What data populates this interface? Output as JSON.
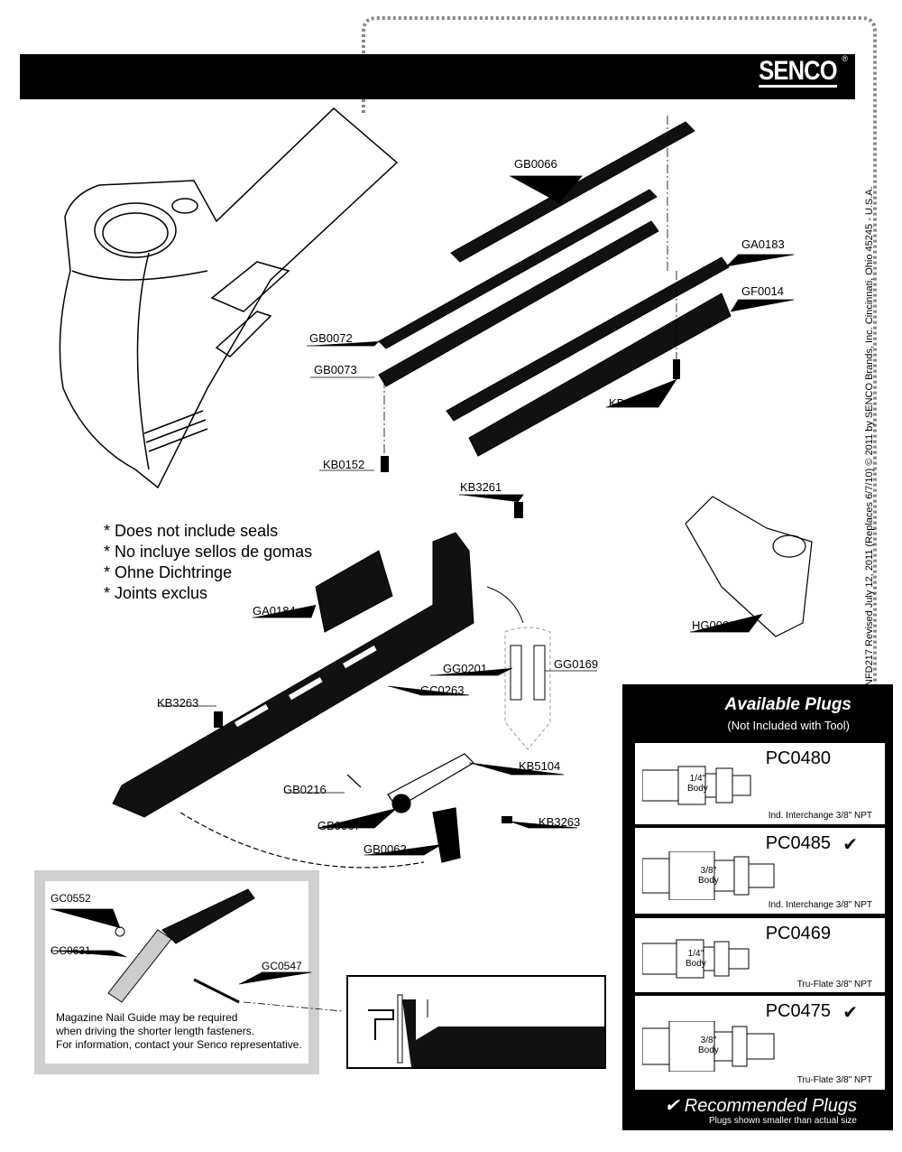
{
  "brand": {
    "logo": "SENCO",
    "registered": "®"
  },
  "sidebar_text": "NFD217  Revised July 12, 2011 (Replaces 6/7/10)    © 2011 by SENCO Brands, Inc. Cincinnati, Ohio 45245 - U.S.A.",
  "parts": {
    "gb0066": "GB0066",
    "ga0183": "GA0183",
    "gf0014": "GF0014",
    "gb0072": "GB0072",
    "gb0073": "GB0073",
    "kb0152_right": "KB0152",
    "kb0152_left": "KB0152",
    "kb3261": "KB3261",
    "ga0184": "GA0184",
    "hg0009": "HG0009",
    "gg0201": "GG0201",
    "gg0169": "GG0169",
    "gc0263": "GC0263",
    "kb3263_left": "KB3263",
    "kb5104": "KB5104",
    "gb0216": "GB0216",
    "gb0067": "GB0067",
    "kb3263_right": "KB3263",
    "gb0062": "GB0062",
    "gc0552": "GC0552",
    "gc0631": "GC0631",
    "gc0547": "GC0547"
  },
  "notes": [
    "*  Does not include seals",
    "*  No incluye sellos de gomas",
    "*  Ohne Dichtringe",
    "*  Joints exclus"
  ],
  "inset_note": [
    "Magazine Nail Guide may be required",
    "when driving the shorter length fasteners.",
    "For information, contact your Senco representative."
  ],
  "plugs": {
    "title": "Available Plugs",
    "subtitle": "(Not Included with Tool)",
    "items": [
      {
        "code": "PC0480",
        "check": "",
        "body": "1/4\"",
        "body2": "Body",
        "desc": "Ind. Interchange 3/8\" NPT"
      },
      {
        "code": "PC0485",
        "check": "✔",
        "body": "3/8\"",
        "body2": "Body",
        "desc": "Ind. Interchange 3/8\" NPT"
      },
      {
        "code": "PC0469",
        "check": "",
        "body": "1/4\"",
        "body2": "Body",
        "desc": "Tru-Flate 3/8\" NPT"
      },
      {
        "code": "PC0475",
        "check": "✔",
        "body": "3/8\"",
        "body2": "Body",
        "desc": "Tru-Flate 3/8\" NPT"
      }
    ],
    "recommended": "✔ Recommended Plugs",
    "recommended_note": "Plugs shown smaller than actual size"
  }
}
